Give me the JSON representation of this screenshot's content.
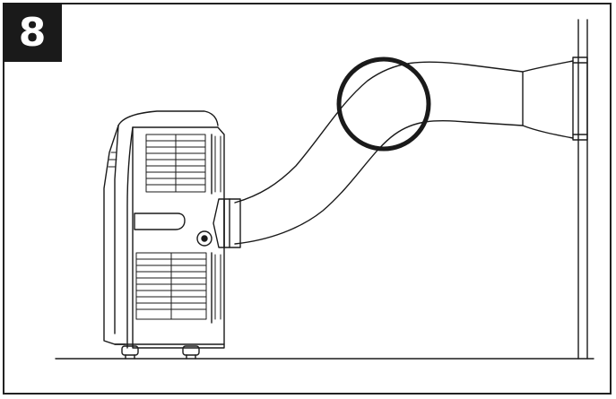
{
  "step": {
    "number": "8"
  },
  "illustration": {
    "subject": "portable-air-conditioner-exhaust-hose-to-window",
    "highlight": "hose-bend-circle"
  },
  "colors": {
    "line": "#1a1a1a",
    "badge_bg": "#1a1a1a",
    "badge_text": "#ffffff",
    "background": "#ffffff"
  }
}
